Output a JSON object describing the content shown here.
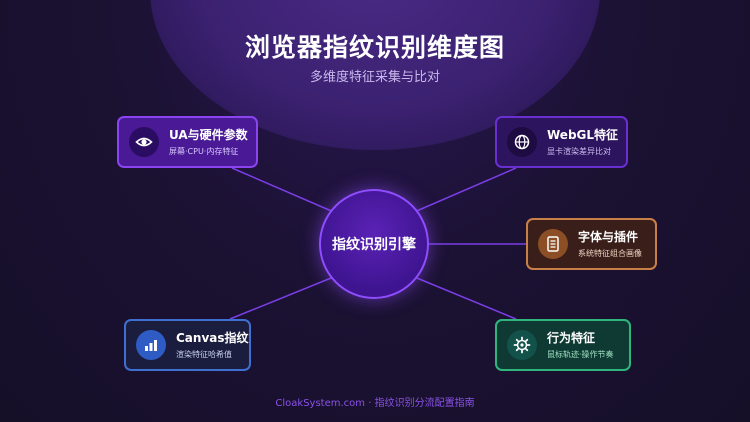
{
  "header": {
    "title": "浏览器指纹识别维度图",
    "subtitle": "多维度特征采集与比对"
  },
  "hub": {
    "label": "指纹识别引擎"
  },
  "nodes": [
    {
      "id": "ua",
      "title": "UA与硬件参数",
      "subtitle": "屏幕·CPU·内存特征",
      "icon": "eye-icon",
      "accent": "#8a44f0"
    },
    {
      "id": "webgl",
      "title": "WebGL特征",
      "subtitle": "显卡渲染差异比对",
      "icon": "globe-icon",
      "accent": "#6a2fd0"
    },
    {
      "id": "font",
      "title": "字体与插件",
      "subtitle": "系统特征组合画像",
      "icon": "document-icon",
      "accent": "#c98048"
    },
    {
      "id": "canvas",
      "title": "Canvas指纹",
      "subtitle": "渲染特征哈希值",
      "icon": "bar-chart-icon",
      "accent": "#3f6fd0"
    },
    {
      "id": "behavior",
      "title": "行为特征",
      "subtitle": "鼠标轨迹·操作节奏",
      "icon": "gear-icon",
      "accent": "#2fb57c"
    }
  ],
  "footer": {
    "text": "CloakSystem.com · 指纹识别分流配置指南"
  }
}
